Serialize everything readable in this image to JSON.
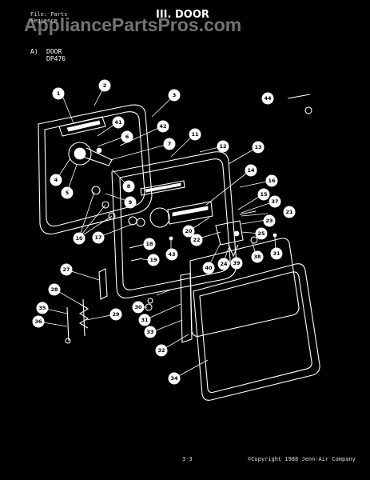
{
  "header": {
    "line1": "File: Parts",
    "line2": "Sequence",
    "title": "III. DOOR"
  },
  "watermark": "AppliancePartsPros.com",
  "section": {
    "letter": "A)",
    "name": "DOOR",
    "model": "DP476"
  },
  "footer": {
    "page": "3-3",
    "copyright": "©Copyright 1988 Jenn-Air Company"
  },
  "callouts": [
    "44",
    "1",
    "2",
    "3",
    "41",
    "42",
    "6",
    "7",
    "4",
    "5",
    "8",
    "9",
    "10",
    "17",
    "11",
    "12",
    "13",
    "14",
    "16",
    "15",
    "37",
    "23",
    "21",
    "20",
    "22",
    "25",
    "18",
    "19",
    "43",
    "40",
    "24",
    "39",
    "38",
    "31",
    "27",
    "28",
    "29",
    "30",
    "31",
    "33",
    "32",
    "34",
    "35",
    "36"
  ],
  "colors": {
    "background": "#000000",
    "ink": "#ffffff"
  }
}
